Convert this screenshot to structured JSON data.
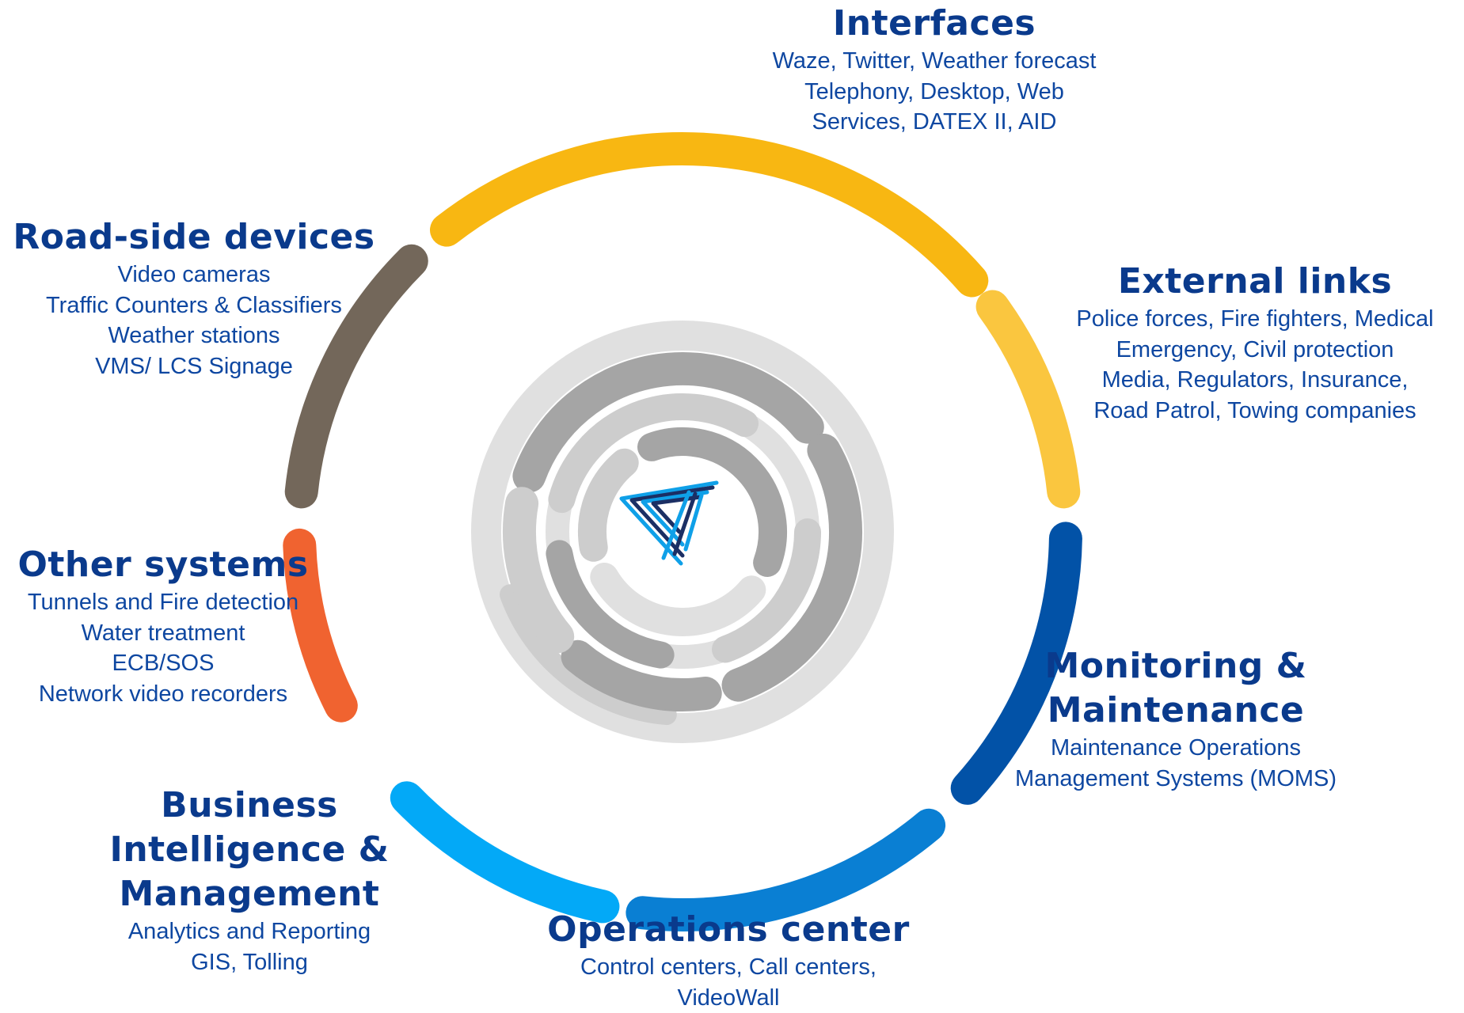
{
  "colors": {
    "interfaces_arc": "#f8b712",
    "external_links_arc": "#fac63f",
    "monitoring_arc": "#0252a7",
    "operations_arc": "#0a7fd3",
    "business_arc": "#03a9f7",
    "other_systems_arc": "#f06330",
    "roadside_arc": "#73675a",
    "heading_text": "#0a3a8c",
    "body_text": "#0e47a1",
    "inner_light_gray": "#e0e0e0",
    "inner_mid_gray": "#cdcdcd",
    "inner_dark_gray": "#a5a5a5",
    "logo_light": "#0fa0e8",
    "logo_dark": "#1b2f64"
  },
  "center_logo": {
    "icon": "triangle-lines-logo-icon"
  },
  "interfaces": {
    "title": "Interfaces",
    "lines": [
      "Waze, Twitter, Weather forecast",
      "Telephony, Desktop, Web",
      "Services, DATEX II, AID"
    ]
  },
  "external_links": {
    "title": "External links",
    "lines": [
      "Police forces, Fire fighters, Medical",
      "Emergency, Civil protection",
      "Media, Regulators, Insurance,",
      "Road Patrol, Towing companies"
    ]
  },
  "monitoring": {
    "title_lines": [
      "Monitoring &",
      "Maintenance"
    ],
    "lines": [
      "Maintenance Operations",
      "Management Systems (MOMS)"
    ]
  },
  "operations": {
    "title": "Operations center",
    "lines": [
      "Control centers, Call centers,",
      "VideoWall"
    ]
  },
  "business": {
    "title_lines": [
      "Business",
      "Intelligence &",
      "Management"
    ],
    "lines": [
      "Analytics and Reporting",
      "GIS, Tolling"
    ]
  },
  "other_systems": {
    "title": "Other systems",
    "lines": [
      "Tunnels and Fire detection",
      "Water treatment",
      "ECB/SOS",
      "Network video recorders"
    ]
  },
  "roadside": {
    "title": "Road-side devices",
    "lines": [
      "Video cameras",
      "Traffic Counters & Classifiers",
      "Weather stations",
      "VMS/ LCS Signage"
    ]
  }
}
